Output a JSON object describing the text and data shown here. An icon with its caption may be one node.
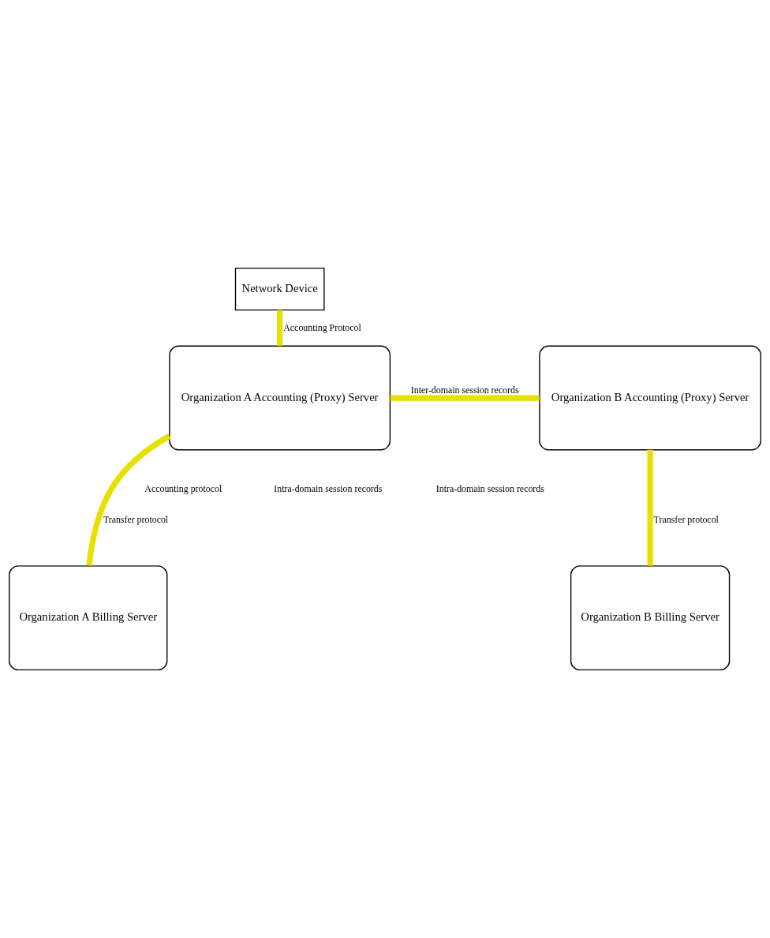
{
  "diagram": {
    "nodes": [
      {
        "text": [
          "Network Device"
        ]
      },
      {
        "text": [
          "Organization A Accounting (Proxy) Server"
        ]
      },
      {
        "text": [
          "Organization B Accounting (Proxy) Server"
        ]
      },
      {
        "text": [
          "Organization A Billing Server"
        ]
      },
      {
        "text": [
          "Organization B Billing Server"
        ]
      }
    ],
    "edges": [
      {
        "from": 0,
        "to": 1,
        "arrow": "none",
        "label": "Accounting Protocol"
      },
      {
        "from": 1,
        "to": 2,
        "arrow": "none",
        "label": "Inter-domain session records"
      },
      {
        "from": 1,
        "to": 3,
        "arrow": "none",
        "label": "Transfer protocol"
      },
      {
        "from": 2,
        "to": 4,
        "arrow": "none",
        "label": "Transfer protocol"
      }
    ],
    "labels": [
      "Accounting protocol",
      "Intra-domain session records",
      "Intra-domain session records"
    ]
  }
}
